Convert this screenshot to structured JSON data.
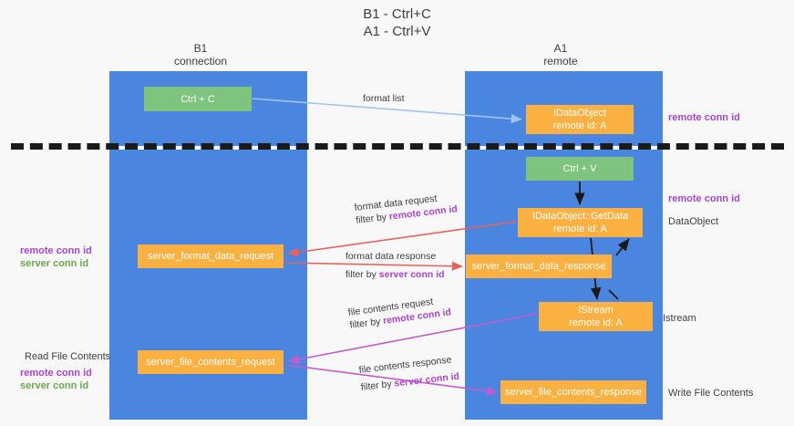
{
  "title": {
    "line1": "B1 - Ctrl+C",
    "line2": "A1 - Ctrl+V"
  },
  "columns": [
    {
      "name": "B1",
      "role": "connection"
    },
    {
      "name": "A1",
      "role": "remote"
    }
  ],
  "nodes": {
    "ctrl_c": {
      "label": "Ctrl + C",
      "color": "#7ec47e"
    },
    "idataobject": {
      "line1": "IDataObject",
      "line2": "remote id: A",
      "color": "#fbb042"
    },
    "ctrl_v": {
      "label": "Ctrl + V",
      "color": "#7ec47e"
    },
    "getdata": {
      "line1": "IDataObject::GetData",
      "line2": "remote id: A",
      "color": "#fbb042"
    },
    "server_format_data_request": {
      "label": "server_format_data_request",
      "color": "#fbb042"
    },
    "server_format_data_response": {
      "label": "server_format_data_response",
      "color": "#fbb042"
    },
    "istream": {
      "line1": "IStream",
      "line2": "remote id: A",
      "color": "#fbb042"
    },
    "server_file_contents_request": {
      "label": "server_file_contents_request",
      "color": "#fbb042"
    },
    "server_file_contents_response": {
      "label": "server_file_contents_response",
      "color": "#fbb042"
    }
  },
  "edge_labels": {
    "format_list": "format list",
    "format_data_request": {
      "line1": "format data request",
      "filter_prefix": "filter by ",
      "filter_key": "remote conn id"
    },
    "format_data_response": {
      "line1": "format data response",
      "filter_prefix": "filter by ",
      "filter_key": "server conn id"
    },
    "file_contents_request": {
      "line1": "file contents request",
      "filter_prefix": "filter by ",
      "filter_key": "remote conn id"
    },
    "file_contents_response": {
      "line1": "file contents response",
      "filter_prefix": "filter by ",
      "filter_key": "server conn id"
    }
  },
  "annotations": {
    "right_remote_conn_id_top": "remote conn id",
    "right_remote_conn_id_mid": "remote conn id",
    "right_dataobject": "DataObject",
    "right_istream": "Istream",
    "right_write_file_contents": "Write File Contents",
    "left_remote_conn_id": "remote conn id",
    "left_server_conn_id": "server conn id",
    "left_read_file_contents": "Read File Contents",
    "left_remote_conn_id_2": "remote conn id",
    "left_server_conn_id_2": "server conn id"
  },
  "colors": {
    "lane": "#4a86e0",
    "green_node": "#7ec47e",
    "orange_node": "#fbb042",
    "purple_key": "#a846c8",
    "green_key": "#6aa84f",
    "arrow_blue": "#9fc5f0",
    "arrow_red": "#e8625c",
    "arrow_magenta": "#c45bc9",
    "arrow_black": "#1a1a1a",
    "divider": "#1a1a1a",
    "background": "#f8f8f8"
  }
}
